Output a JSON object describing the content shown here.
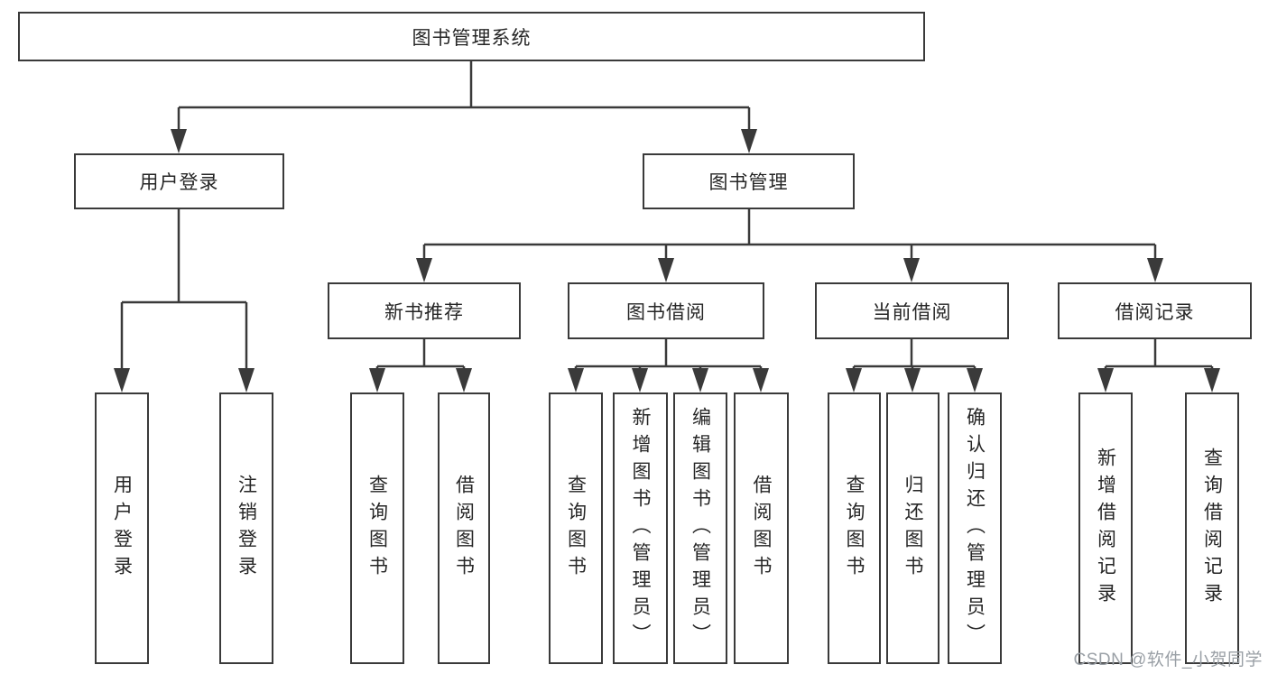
{
  "tree": {
    "root": {
      "label": "图书管理系统",
      "children": [
        {
          "label": "用户登录",
          "children": [
            {
              "label": "用户登录"
            },
            {
              "label": "注销登录"
            }
          ]
        },
        {
          "label": "图书管理",
          "children": [
            {
              "label": "新书推荐",
              "children": [
                {
                  "label": "查询图书"
                },
                {
                  "label": "借阅图书"
                }
              ]
            },
            {
              "label": "图书借阅",
              "children": [
                {
                  "label": "查询图书"
                },
                {
                  "label": "新增图书（管理员）"
                },
                {
                  "label": "编辑图书（管理员）"
                },
                {
                  "label": "借阅图书"
                }
              ]
            },
            {
              "label": "当前借阅",
              "children": [
                {
                  "label": "查询图书"
                },
                {
                  "label": "归还图书"
                },
                {
                  "label": "确认归还（管理员）"
                }
              ]
            },
            {
              "label": "借阅记录",
              "children": [
                {
                  "label": "新增借阅记录"
                },
                {
                  "label": "查询借阅记录"
                }
              ]
            }
          ]
        }
      ]
    }
  },
  "watermark": "CSDN @软件_小贺同学",
  "colors": {
    "line": "#3a3a3a",
    "text": "#262626",
    "watermark": "#9aa0a6",
    "background": "#ffffff"
  }
}
